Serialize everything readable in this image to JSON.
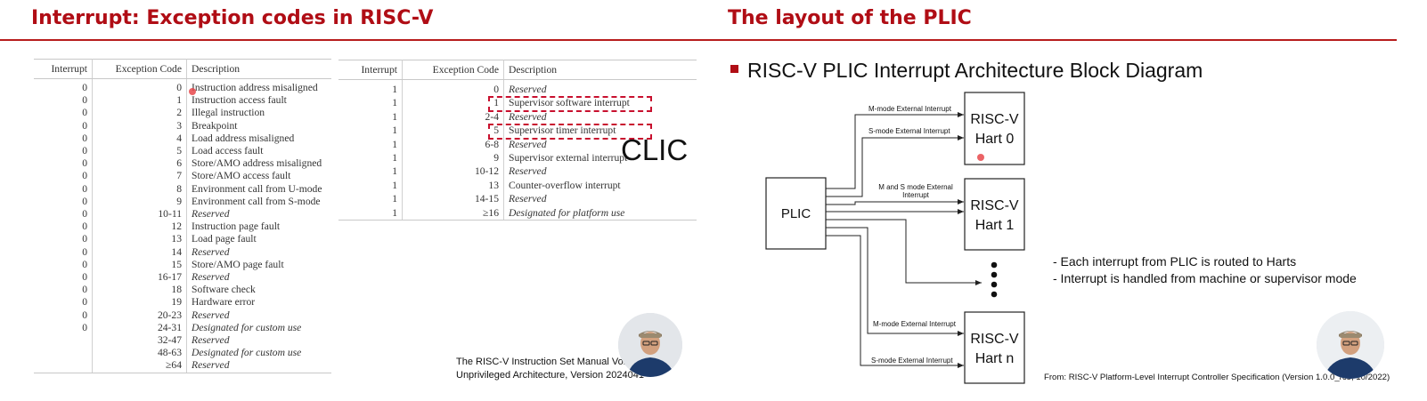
{
  "left_slide": {
    "title": "Interrupt: Exception codes in RISC-V",
    "table1": {
      "headers": [
        "Interrupt",
        "Exception Code",
        "Description"
      ],
      "rows": [
        {
          "interrupt": "0",
          "code": "0",
          "desc": "Instruction address misaligned",
          "italic": false
        },
        {
          "interrupt": "0",
          "code": "1",
          "desc": "Instruction access fault",
          "italic": false
        },
        {
          "interrupt": "0",
          "code": "2",
          "desc": "Illegal instruction",
          "italic": false
        },
        {
          "interrupt": "0",
          "code": "3",
          "desc": "Breakpoint",
          "italic": false
        },
        {
          "interrupt": "0",
          "code": "4",
          "desc": "Load address misaligned",
          "italic": false
        },
        {
          "interrupt": "0",
          "code": "5",
          "desc": "Load access fault",
          "italic": false
        },
        {
          "interrupt": "0",
          "code": "6",
          "desc": "Store/AMO address misaligned",
          "italic": false
        },
        {
          "interrupt": "0",
          "code": "7",
          "desc": "Store/AMO access fault",
          "italic": false
        },
        {
          "interrupt": "0",
          "code": "8",
          "desc": "Environment call from U-mode",
          "italic": false
        },
        {
          "interrupt": "0",
          "code": "9",
          "desc": "Environment call from S-mode",
          "italic": false
        },
        {
          "interrupt": "0",
          "code": "10-11",
          "desc": "Reserved",
          "italic": true
        },
        {
          "interrupt": "0",
          "code": "12",
          "desc": "Instruction page fault",
          "italic": false
        },
        {
          "interrupt": "0",
          "code": "13",
          "desc": "Load page fault",
          "italic": false
        },
        {
          "interrupt": "0",
          "code": "14",
          "desc": "Reserved",
          "italic": true
        },
        {
          "interrupt": "0",
          "code": "15",
          "desc": "Store/AMO page fault",
          "italic": false
        },
        {
          "interrupt": "0",
          "code": "16-17",
          "desc": "Reserved",
          "italic": true
        },
        {
          "interrupt": "0",
          "code": "18",
          "desc": "Software check",
          "italic": false
        },
        {
          "interrupt": "0",
          "code": "19",
          "desc": "Hardware error",
          "italic": false
        },
        {
          "interrupt": "0",
          "code": "20-23",
          "desc": "Reserved",
          "italic": true
        },
        {
          "interrupt": "0",
          "code": "24-31",
          "desc": "Designated for custom use",
          "italic": true
        },
        {
          "interrupt": "",
          "code": "32-47",
          "desc": "Reserved",
          "italic": true
        },
        {
          "interrupt": "",
          "code": "48-63",
          "desc": "Designated for custom use",
          "italic": true
        },
        {
          "interrupt": "",
          "code": "≥64",
          "desc": "Reserved",
          "italic": true
        }
      ]
    },
    "table2": {
      "headers": [
        "Interrupt",
        "Exception Code",
        "Description"
      ],
      "rows": [
        {
          "interrupt": "1",
          "code": "0",
          "desc": "Reserved",
          "italic": true
        },
        {
          "interrupt": "1",
          "code": "1",
          "desc": "Supervisor software interrupt",
          "italic": false
        },
        {
          "interrupt": "1",
          "code": "2-4",
          "desc": "Reserved",
          "italic": true
        },
        {
          "interrupt": "1",
          "code": "5",
          "desc": "Supervisor timer interrupt",
          "italic": false
        },
        {
          "interrupt": "1",
          "code": "6-8",
          "desc": "Reserved",
          "italic": true
        },
        {
          "interrupt": "1",
          "code": "9",
          "desc": "Supervisor external interrupt",
          "italic": false
        },
        {
          "interrupt": "1",
          "code": "10-12",
          "desc": "Reserved",
          "italic": true
        },
        {
          "interrupt": "1",
          "code": "13",
          "desc": "Counter-overflow interrupt",
          "italic": false
        },
        {
          "interrupt": "1",
          "code": "14-15",
          "desc": "Reserved",
          "italic": true
        },
        {
          "interrupt": "1",
          "code": "≥16",
          "desc": "Designated for platform use",
          "italic": true
        }
      ]
    },
    "clic_label": "CLIC",
    "manual_line1": "The RISC-V Instruction Set Manual Volume",
    "manual_line2": "Unprivileged Architecture, Version 2024041"
  },
  "right_slide": {
    "title": "The layout of the PLIC",
    "bullet": "RISC-V PLIC Interrupt Architecture Block Diagram",
    "diagram": {
      "plic_label": "PLIC",
      "hart0_line1": "RISC-V",
      "hart0_line2": "Hart 0",
      "hart1_line1": "RISC-V",
      "hart1_line2": "Hart 1",
      "hartn_line1": "RISC-V",
      "hartn_line2": "Hart n",
      "m_mode_label": "M-mode External Interrupt",
      "s_mode_label": "S-mode External Interrupt",
      "ms_mode_label_1": "M and S mode External",
      "ms_mode_label_2": "Interrupt",
      "m_mode_label_n": "M-mode External Interrupt",
      "s_mode_label_n": "S-mode External Interrupt"
    },
    "notes": [
      "- Each interrupt from PLIC is routed to Harts",
      "- Interrupt is handled from machine or supervisor mode"
    ],
    "source": "From: RISC-V Platform-Level Interrupt Controller Specification (Version 1.0.0_rc5, 10/2022)"
  },
  "colors": {
    "accent": "#b00d15",
    "highlight": "#c8102e"
  }
}
